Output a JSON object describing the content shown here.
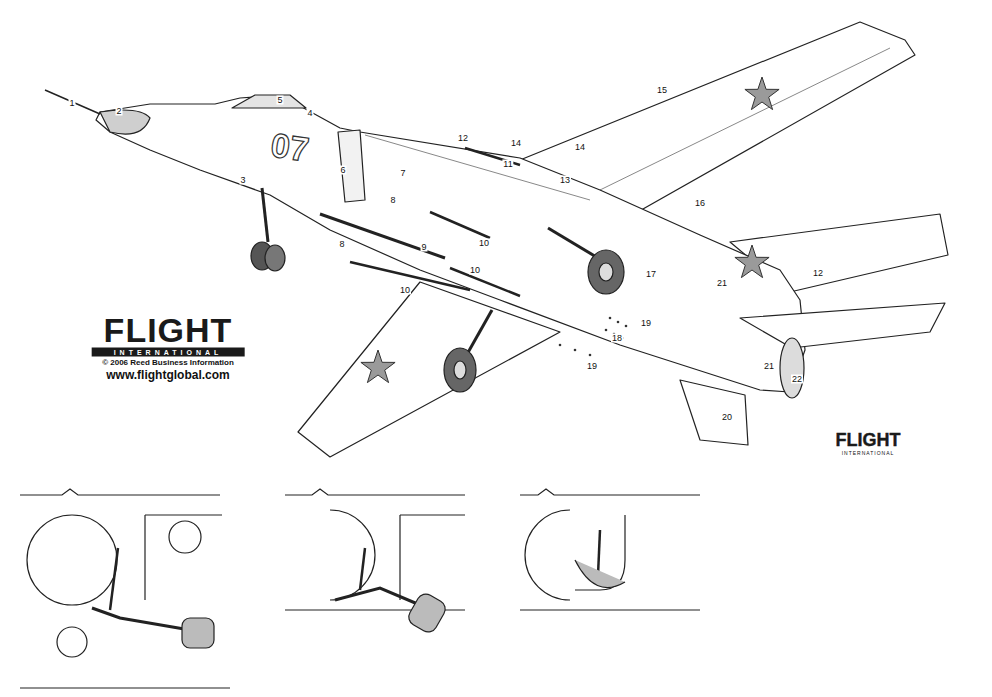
{
  "diagram": {
    "labels": [
      "1",
      "2",
      "5",
      "4",
      "07",
      "12",
      "14",
      "15",
      "14",
      "6",
      "11",
      "7",
      "13",
      "3",
      "8",
      "16",
      "8",
      "9",
      "10",
      "10",
      "17",
      "12",
      "21",
      "10",
      "19",
      "18",
      "19",
      "21",
      "22",
      "20",
      "FLIGHT",
      "INTERNATIONAL",
      "© 2006 Reed Business Information",
      "www.flightglobal.com",
      "FLIGHT",
      "INTERNATIONAL"
    ]
  }
}
